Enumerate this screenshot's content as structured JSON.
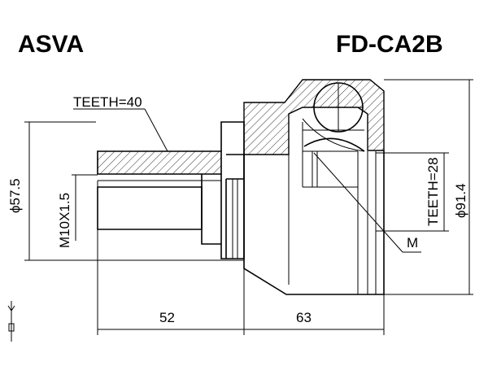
{
  "header": {
    "brand": "ASVA",
    "part_number": "FD-CA2B"
  },
  "labels": {
    "teeth_outer": "TEETH=40",
    "teeth_inner": "TEETH=28",
    "thread": "M10X1.5",
    "diameter_shaft": "ϕ57.5",
    "diameter_housing": "ϕ91.4",
    "m_marker": "M",
    "length_shaft": "52",
    "length_housing": "63"
  },
  "colors": {
    "line": "#000000",
    "background": "#ffffff"
  }
}
